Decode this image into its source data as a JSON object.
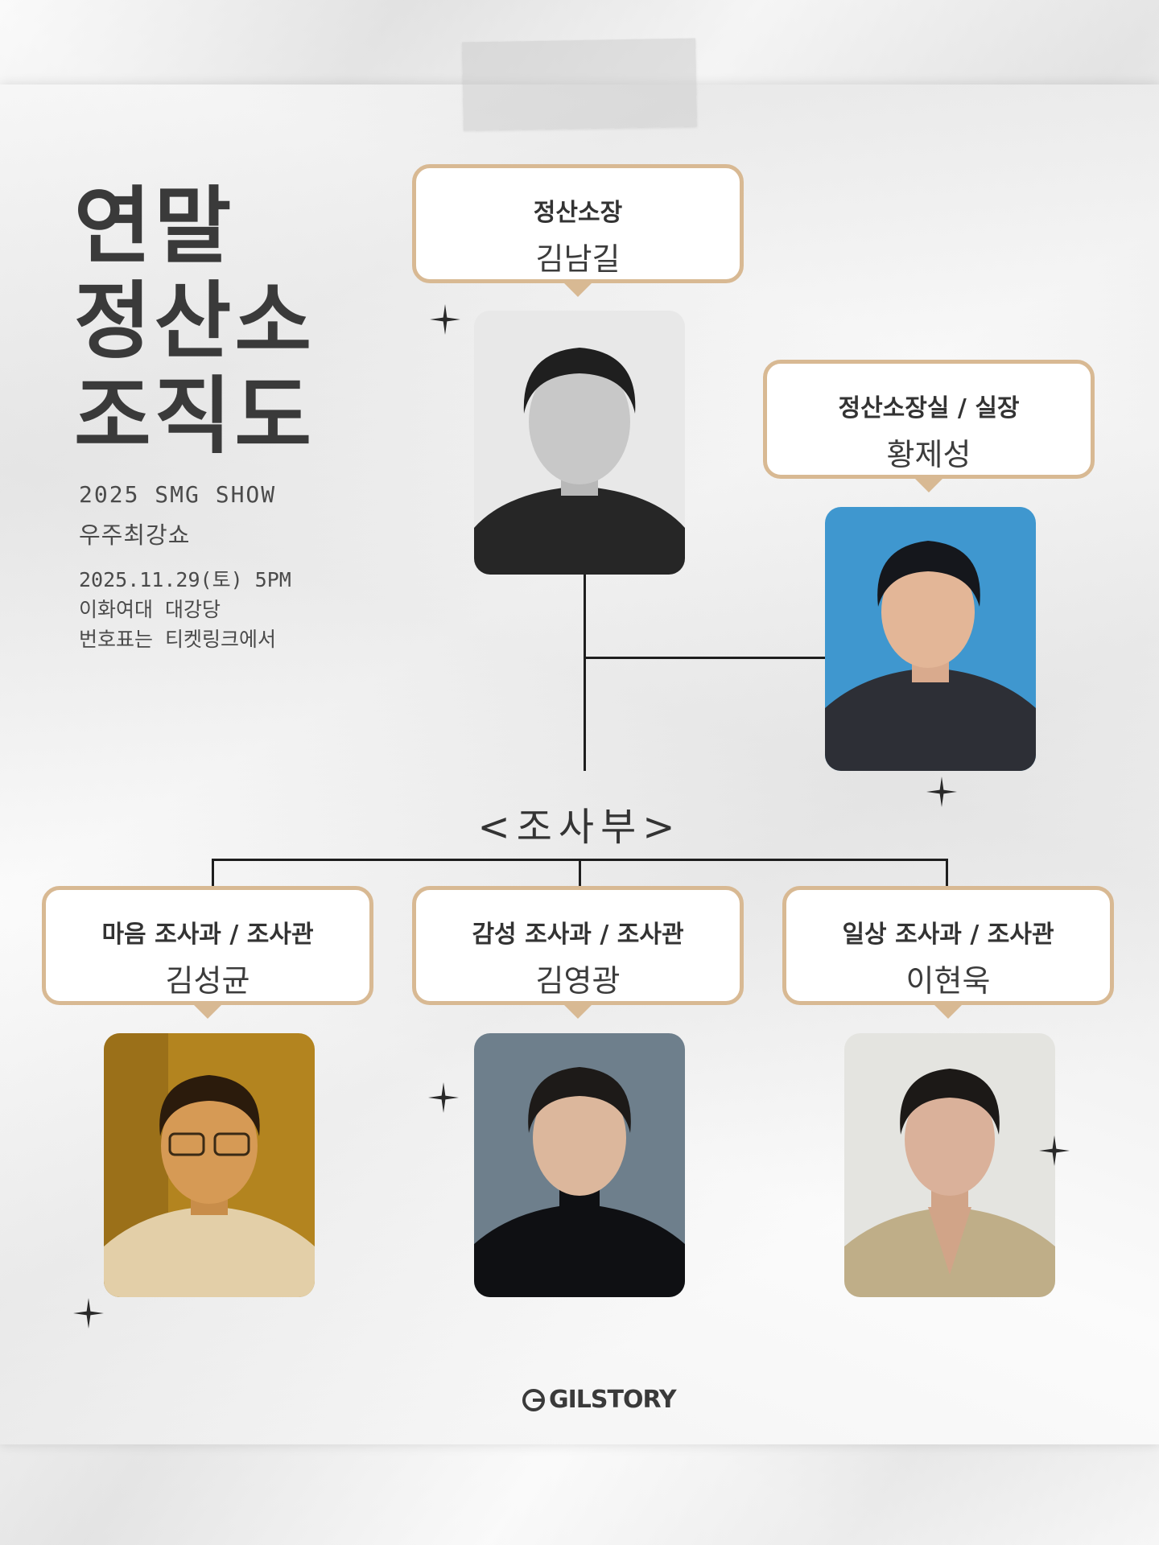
{
  "poster": {
    "title": "연말\n정산소\n조직도",
    "subtitle_en": "2025 SMG SHOW",
    "subtitle_ko": "우주최강쇼",
    "info_lines": [
      "2025.11.29(토) 5PM",
      "이화여대 대강당",
      "번호표는 티켓링크에서"
    ],
    "section_label": "<조사부>",
    "logo": "GILSTORY"
  },
  "org_chart": {
    "head": {
      "role": "정산소장",
      "name": "김남길"
    },
    "chief": {
      "role": "정산소장실 / 실장",
      "name": "황제성"
    },
    "members": [
      {
        "role": "마음 조사과 / 조사관",
        "name": "김성균"
      },
      {
        "role": "감성 조사과 / 조사관",
        "name": "김영광"
      },
      {
        "role": "일상 조사과 / 조사관",
        "name": "이현욱"
      }
    ]
  },
  "colors": {
    "card_border": "#d8b993",
    "title_text": "#3a3a3a",
    "line": "#1e1e1e"
  },
  "icons": [
    "sparkle-star-icon",
    "gilstory-logo-icon"
  ]
}
